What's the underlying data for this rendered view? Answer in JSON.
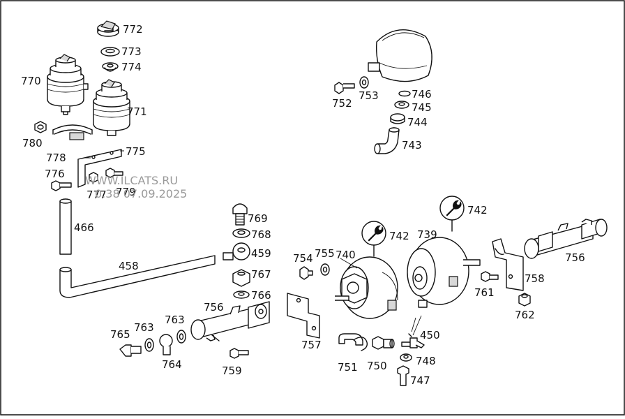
{
  "watermark": {
    "site": "WWW.ILCATS.RU",
    "date": "0.38 07.09.2025"
  },
  "labels": {
    "p772": "772",
    "p773": "773",
    "p774": "774",
    "p770": "770",
    "p771": "771",
    "p780": "780",
    "p778": "778",
    "p775": "775",
    "p776": "776",
    "p777": "777",
    "p779": "779",
    "p466": "466",
    "p458": "458",
    "p769": "769",
    "p768": "768",
    "p459": "459",
    "p767": "767",
    "p766": "766",
    "p756a": "756",
    "p763a": "763",
    "p763b": "763",
    "p765": "765",
    "p764": "764",
    "p759": "759",
    "p757": "757",
    "p752": "752",
    "p753": "753",
    "p746": "746",
    "p745": "745",
    "p744": "744",
    "p743": "743",
    "p742a": "742",
    "p742b": "742",
    "p739": "739",
    "p754": "754",
    "p755": "755",
    "p740": "740",
    "p756b": "756",
    "p758": "758",
    "p761": "761",
    "p762": "762",
    "p450": "450",
    "p748": "748",
    "p747": "747",
    "p751": "751",
    "p750": "750"
  }
}
